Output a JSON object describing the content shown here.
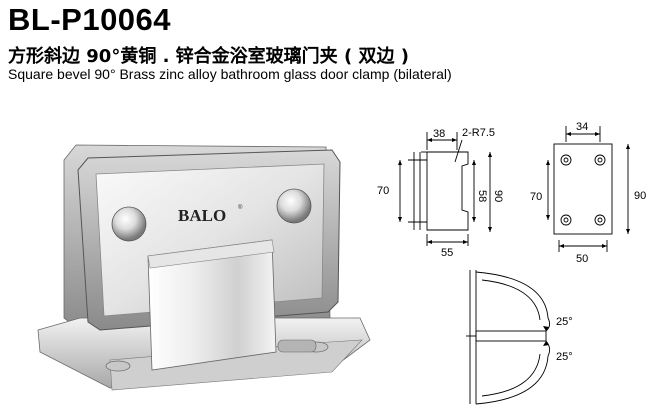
{
  "header": {
    "model": "BL-P10064",
    "title_cn": "方形斜边 90°黄铜 . 锌合金浴室玻璃门夹 ( 双边 )",
    "title_en": "Square bevel 90° Brass zinc alloy bathroom glass door clamp (bilateral)"
  },
  "product": {
    "brand": "BALO",
    "registered_mark": "®"
  },
  "side_view": {
    "dim_top": "38",
    "dim_radius": "2-R7.5",
    "dim_left": "70",
    "dim_inner": "58",
    "dim_right": "90",
    "dim_bottom": "55"
  },
  "front_view": {
    "dim_top": "34",
    "dim_left": "70",
    "dim_right": "90",
    "dim_bottom": "50"
  },
  "swing_view": {
    "angle_top": "25°",
    "angle_bottom": "25°"
  }
}
